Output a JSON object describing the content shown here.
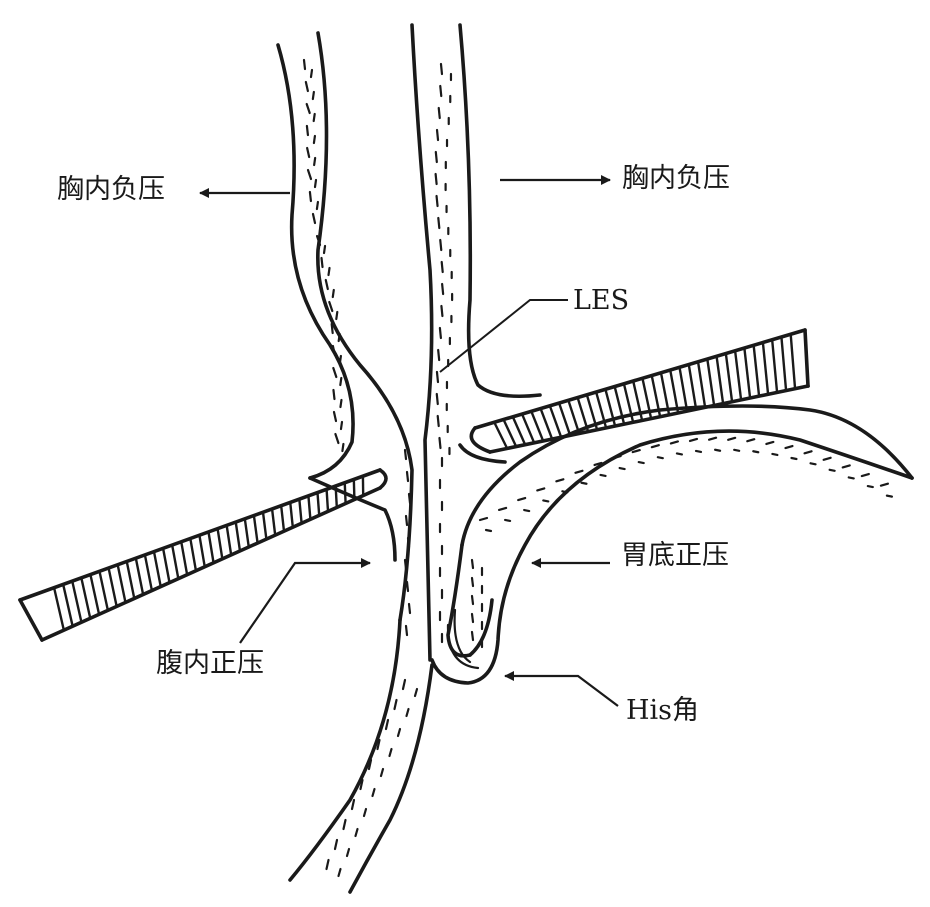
{
  "labels": {
    "thoracic_left": "胸内负压",
    "thoracic_right": "胸内负压",
    "les": "LES",
    "fundus": "胃底正压",
    "abdominal": "腹内正压",
    "his_angle": "His角"
  },
  "colors": {
    "line": "#1a1a1a",
    "background": "#ffffff"
  }
}
